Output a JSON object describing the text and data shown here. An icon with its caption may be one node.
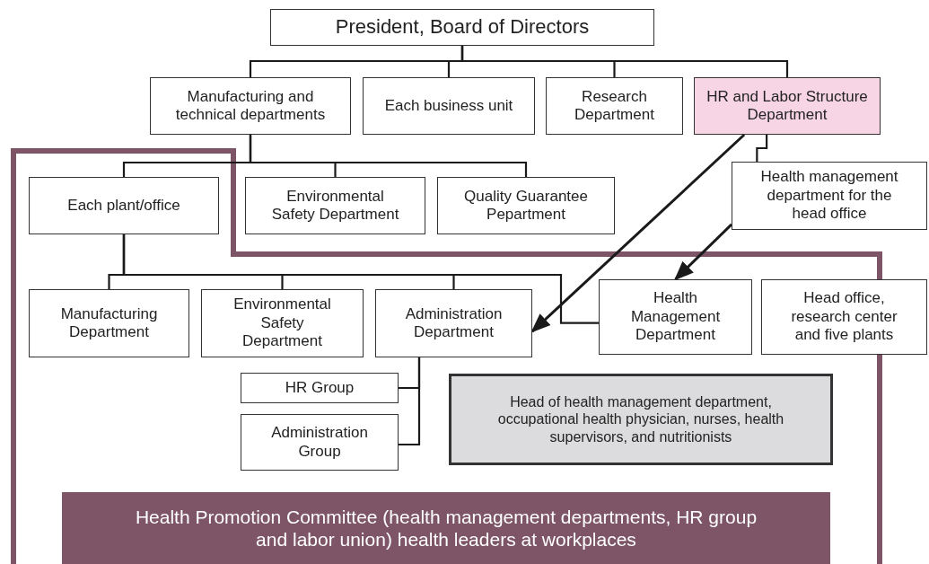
{
  "diagram": {
    "nodes": [
      {
        "text": [
          "President, Board of Directors"
        ]
      },
      {
        "text": [
          "Manufacturing and technical departments"
        ]
      },
      {
        "text": [
          "Each business unit"
        ]
      },
      {
        "text": [
          "Research Department"
        ]
      },
      {
        "text": [
          "HR and Labor Structure Department"
        ]
      },
      {
        "text": [
          "Each plant/office"
        ]
      },
      {
        "text": [
          "Environmental Safety Department"
        ]
      },
      {
        "text": [
          "Quality Guarantee Pepartment"
        ]
      },
      {
        "text": [
          "Health management department for the head office"
        ]
      },
      {
        "text": [
          "Manufacturing Department"
        ]
      },
      {
        "text": [
          "Environmental Safety Department"
        ]
      },
      {
        "text": [
          "Administration Department"
        ]
      },
      {
        "text": [
          "Health Management Department"
        ]
      },
      {
        "text": [
          "Head office, research center and five plants"
        ]
      },
      {
        "text": [
          "HR Group"
        ]
      },
      {
        "text": [
          "Administration Group"
        ]
      },
      {
        "text": [
          "Head of health management department, occupational health physician, nurses, health supervisors, and nutritionists"
        ]
      },
      {
        "text": [
          "Health Promotion Committee (health management departments, HR group and labor union) health leaders at workplaces"
        ]
      }
    ],
    "edges": [
      {
        "from": 0,
        "to": 1,
        "arrow": "none"
      },
      {
        "from": 0,
        "to": 2,
        "arrow": "none"
      },
      {
        "from": 0,
        "to": 3,
        "arrow": "none"
      },
      {
        "from": 0,
        "to": 4,
        "arrow": "none"
      },
      {
        "from": 1,
        "to": 5,
        "arrow": "none"
      },
      {
        "from": 1,
        "to": 6,
        "arrow": "none"
      },
      {
        "from": 1,
        "to": 7,
        "arrow": "none"
      },
      {
        "from": 4,
        "to": 8,
        "arrow": "none"
      },
      {
        "from": 5,
        "to": 9,
        "arrow": "none"
      },
      {
        "from": 5,
        "to": 10,
        "arrow": "none"
      },
      {
        "from": 5,
        "to": 11,
        "arrow": "none"
      },
      {
        "from": 5,
        "to": 12,
        "arrow": "none"
      },
      {
        "from": 11,
        "to": 14,
        "arrow": "none"
      },
      {
        "from": 11,
        "to": 15,
        "arrow": "none"
      },
      {
        "from": 4,
        "to": 11,
        "arrow": "to"
      },
      {
        "from": 8,
        "to": 12,
        "arrow": "to"
      }
    ]
  }
}
